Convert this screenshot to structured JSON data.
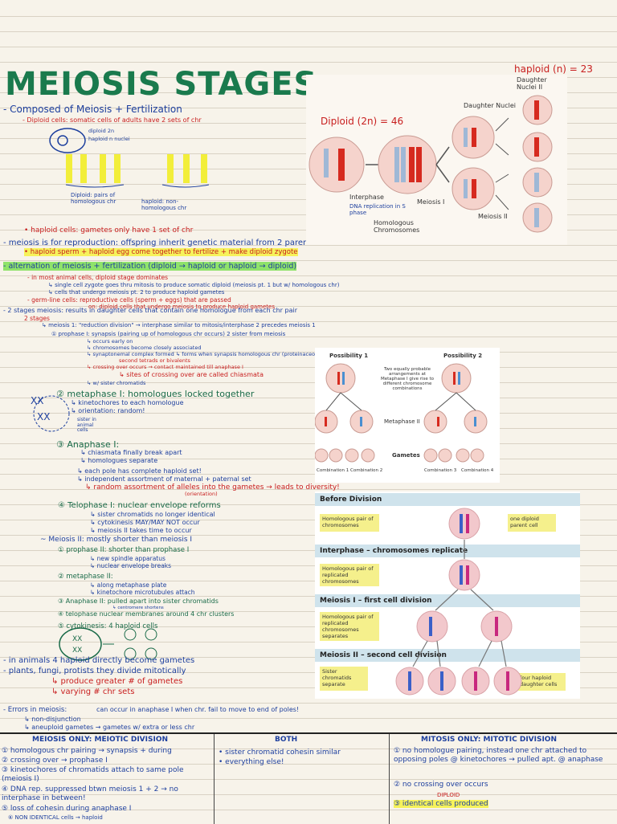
{
  "title": "MEIOSIS STAGES",
  "haploid_formula": "haploid (n) = 23",
  "diploid_formula": "Diploid (2n) = 46",
  "intro": {
    "composed": "- Composed of Meiosis + Fertilization",
    "diploid_cells": "- Diploid cells: somatic cells of adults have 2 sets of chr",
    "diploid_2n": "diploid 2n",
    "haploid_n": "haploid n nuclei",
    "diploid_label": "Diploid: pairs of homologous chr",
    "haploid_label": "haploid: non-homologous chr",
    "haploid_gametes": "• haploid cells: gametes only have 1 set of chr",
    "meiosis_repro": "- meiosis is for reproduction: offspring inherit genetic material from 2 parents",
    "haploid_sperm": "• haploid sperm + haploid egg come together to fertilize + make diploid zygote",
    "alternation": "- alternation of meiosis + fertilization (diploid → haploid or haploid → diploid)",
    "animal_cells": "- in most animal cells, diploid stage dominates",
    "single_cell": "↳ single cell zygote goes thru mitosis to produce somatic diploid (meiosis pt. 1 but w/ homologous chr)",
    "cells_undergo": "↳ cells that undergo meiosis pt. 2 to produce haploid gametes",
    "germ_line": "- germ-line cells: reproductive cells (sperm + eggs) that are passed",
    "diploid_cells_undergo": "on: diploid cells that undergo meiosis to produce haploid gametes",
    "two_stages": "- 2 stages meiosis: results in daughter cells that contain one homologue from each chr pair",
    "two_stages_sub": "2 stages",
    "meiosis1": "↳ meiosis 1: \"reduction division\" → interphase similar to mitosis/interphase 2 precedes meiosis 1"
  },
  "prophase1": {
    "label": "① prophase I: synapsis (pairing up of homologous chr occurs) 2 sister from meiosis",
    "l1": "↳ occurs early on",
    "l2": "↳ chromosomes become closely associated",
    "l3": "↳ synaptonemal complex formed ↳ forms when synapsis homologous chr (proteinaceous structure associated w/ synapsis!)",
    "l4": "second tetrads or bivalents",
    "l5": "↳ crossing over occurs → contact maintained till anaphase I",
    "l6": "↳ sites of crossing over are called chiasmata",
    "l7": "↳ w/ sister chromatids"
  },
  "metaphase1": {
    "label": "② metaphase I: homologues locked together",
    "l1": "↳ kinetochores to each homologue",
    "l2": "↳ orientation: random!"
  },
  "sister_note": "sister in animal cells",
  "anaphase1": {
    "label": "③ Anaphase I:",
    "l1": "↳ chiasmata finally break apart",
    "l2": "↳ homologues separate",
    "l3": "↳ each pole has complete haploid set!",
    "l4": "↳ independent assortment of maternal + paternal set",
    "l5": "↳ random assortment of alleles into the gametes → leads to diversity!",
    "l6": "(orientation)"
  },
  "telophase1": {
    "label": "④ Telophase I: nuclear envelope reforms",
    "l1": "↳ sister chromatids no longer identical",
    "l2": "↳ cytokinesis MAY/MAY NOT occur",
    "l3": "↳ meiosis II takes time to occur"
  },
  "meiosis2": {
    "label": "~ Meiosis II: mostly shorter than meiosis I",
    "prophase": "① prophase II: shorter than prophase I",
    "p1": "↳ new spindle apparatus",
    "p2": "↳ nuclear envelope breaks",
    "metaphase": "② metaphase II:",
    "m1": "↳ along metaphase plate",
    "m2": "↳ kinetochore microtubules attach",
    "anaphase": "③ Anaphase II: pulled apart into sister chromatids",
    "anaphase_sub": "↳ centromere shortens",
    "telophase": "④ telophase nuclear membranes around 4 chr clusters",
    "cytokinesis": "⑤ cytokinesis: 4 haploid cells"
  },
  "animals": {
    "l1": "- in animals 4 haploid directly become gametes",
    "l2": "- plants, fungi, protists they divide mitotically",
    "l3": "↳ produce greater # of gametes",
    "l4": "↳ varying # chr sets"
  },
  "errors": {
    "l1": "- Errors in meiosis:",
    "l1b": "can occur in anaphase I when chr. fail to move to end of poles!",
    "l2": "↳ non-disjunction",
    "l3": "↳ aneuploid gametes → gametes w/ extra or less chr"
  },
  "table": {
    "col1_title": "MEIOSIS ONLY: MEIOTIC DIVISION",
    "col1_items": [
      "① homologous chr pairing → synapsis + during",
      "② crossing over → prophase I",
      "③ kinetochores of chromatids attach to same pole (meiosis I)",
      "④ DNA rep. suppressed btwn meiosis 1 + 2 → no interphase in between!",
      "⑤ loss of cohesin during anaphase I",
      "⑥ NON IDENTICAL cells → haploid"
    ],
    "col2_title": "BOTH",
    "col2_items": [
      "• sister chromatid cohesin similar",
      "• everything else!"
    ],
    "col3_title": "MITOSIS ONLY: MITOTIC DIVISION",
    "col3_items": [
      "① no homologue pairing, instead one chr attached to opposing poles @ kinetochores → pulled apt. @ anaphase",
      "② no crossing over occurs",
      "③ identical cells produced"
    ],
    "col3_diploid": "DIPLOID"
  },
  "figure1": {
    "daughter_nuclei_ii": "Daughter Nuclei II",
    "daughter_nuclei": "Daughter Nuclei",
    "interphase": "Interphase",
    "dna_rep": "DNA replication in S phase",
    "meiosis_i": "Meiosis I",
    "homologous": "Homologous Chromosomes",
    "meiosis_ii": "Meiosis II"
  },
  "figure2": {
    "possibility1": "Possibility 1",
    "possibility2": "Possibility 2",
    "caption": "Two equally probable arrangements at Metaphase I give rise to different chromosome combinations",
    "metaphase_ii": "Metaphase II",
    "gametes": "Gametes",
    "combos": [
      "Combination 1",
      "Combination 2",
      "Combination 3",
      "Combination 4"
    ]
  },
  "figure3": {
    "before": "Before Division",
    "homologous_pair": "Homologous pair of chromosomes",
    "one_diploid": "one diploid parent cell",
    "interphase": "Interphase – chromosomes replicate",
    "replicated": "Homologous pair of replicated chromosomes",
    "meiosis1": "Meiosis I – first cell division",
    "separates": "Homologous pair of replicated chromosomes separates",
    "meiosis2": "Meiosis II – second cell division",
    "sister": "Sister chromatids separate",
    "four_haploid": "four haploid daughter cells"
  },
  "colors": {
    "green_ink": "#1a6b49",
    "blue_ink": "#1d3f9e",
    "red_ink": "#c81e1e",
    "highlight_yellow": "#f6f25a",
    "highlight_green": "#8fe36a"
  }
}
